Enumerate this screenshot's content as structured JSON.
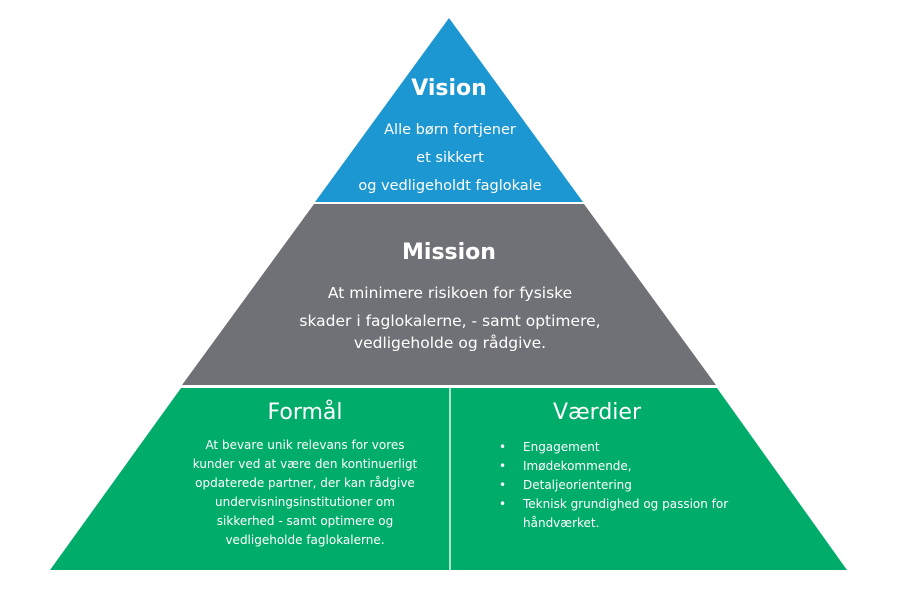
{
  "colors": {
    "vision": "#1c97d1",
    "mission": "#707176",
    "base": "#00ac6a",
    "separator": "#e8f4ef"
  },
  "vision": {
    "title": "Vision",
    "lines": [
      "Alle børn fortjener",
      "et sikkert",
      "og vedligeholdt faglokale"
    ]
  },
  "mission": {
    "title": "Mission",
    "lines": [
      "At minimere risikoen for fysiske",
      "skader i faglokalerne, - samt optimere,",
      "vedligeholde og rådgive."
    ]
  },
  "formaal": {
    "title": "Formål",
    "lines": [
      "At bevare unik relevans for vores",
      "kunder ved at være den kontinuerligt",
      "opdaterede partner, der kan rådgive",
      "undervisningsinstitutioner om",
      "sikkerhed - samt optimere og",
      "vedligeholde faglokalerne."
    ]
  },
  "vaerdier": {
    "title": "Værdier",
    "bullet": "•",
    "items": [
      "Engagement",
      "Imødekommende,",
      "Detaljeorientering",
      "Teknisk grundighed og passion for håndværket."
    ]
  }
}
